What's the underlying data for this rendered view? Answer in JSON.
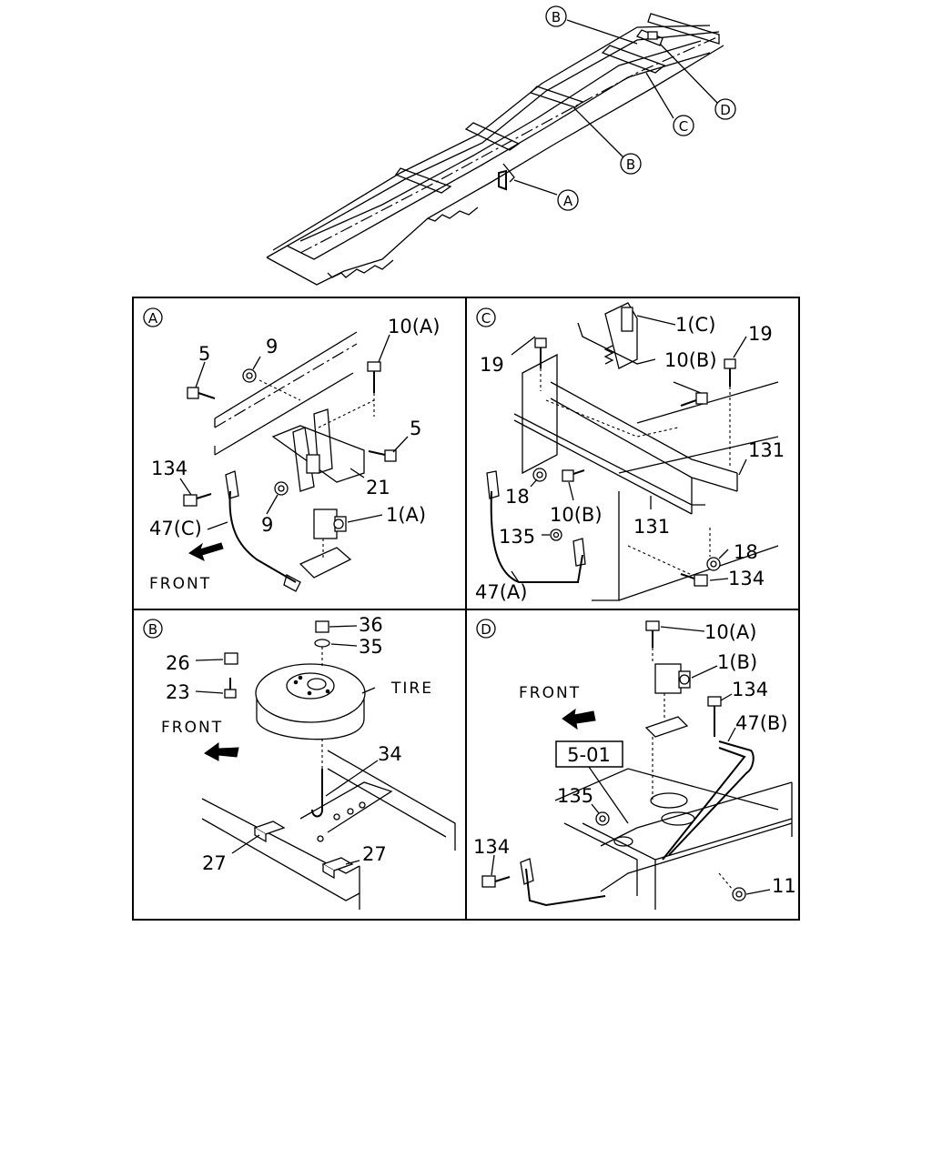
{
  "overview": {
    "callouts": [
      "B",
      "B",
      "C",
      "D",
      "A"
    ]
  },
  "panel_a": {
    "id": "A",
    "labels": [
      "10(A)",
      "5",
      "9",
      "5",
      "21",
      "134",
      "9",
      "1(A)",
      "47(C)"
    ],
    "front": "FRONT"
  },
  "panel_c": {
    "id": "C",
    "labels": [
      "1(C)",
      "19",
      "19",
      "10(B)",
      "131",
      "18",
      "10(B)",
      "131",
      "135",
      "18",
      "134",
      "47(A)"
    ]
  },
  "panel_b": {
    "id": "B",
    "labels": [
      "36",
      "35",
      "26",
      "23",
      "34",
      "27",
      "27"
    ],
    "tire": "TIRE",
    "front": "FRONT"
  },
  "panel_d": {
    "id": "D",
    "labels": [
      "10(A)",
      "1(B)",
      "134",
      "47(B)",
      "135",
      "134",
      "11"
    ],
    "ref_box": "5-01",
    "front": "FRONT"
  },
  "icons": {
    "arrow": "front-arrow-icon",
    "callout": "circle-letter-icon"
  }
}
